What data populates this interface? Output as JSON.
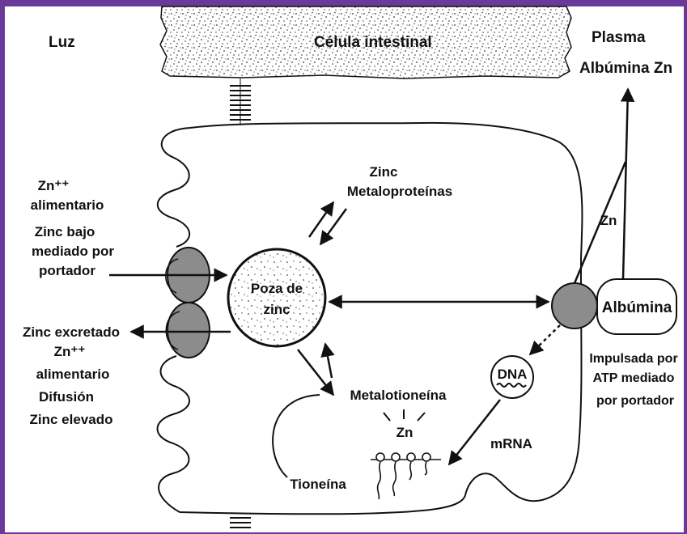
{
  "labels": {
    "luz": "Luz",
    "celula_intestinal": "Célula intestinal",
    "plasma": "Plasma",
    "albumina_zn": "Albúmina Zn",
    "zinc": "Zinc",
    "metaloproteinas": "Metaloproteínas",
    "zn_alimentario_top": "Zn⁺⁺",
    "alimentario_top": "alimentario",
    "zinc_bajo": "Zinc bajo",
    "mediado_por": "mediado por",
    "portador": "portador",
    "zinc_excretado": "Zinc excretado",
    "zn_alimentario_bottom": "Zn⁺⁺",
    "alimentario_bottom": "alimentario",
    "difusion": "Difusión",
    "zinc_elevado": "Zinc elevado",
    "poza_de": "Poza de",
    "zinc_pool": "zinc",
    "zn_right": "Zn",
    "albumina": "Albúmina",
    "impulsada_por": "Impulsada por",
    "atp_mediado": "ATP mediado",
    "por_portador": "por portador",
    "dna": "DNA",
    "mrna": "mRNA",
    "metalotioneina": "Metalotioneína",
    "zn_ribosome": "Zn",
    "tioneina": "Tioneína"
  },
  "colors": {
    "frame": "#6a3a9a",
    "background": "#ffffff",
    "ink": "#111111",
    "carrier_fill": "#8c8c8c"
  }
}
